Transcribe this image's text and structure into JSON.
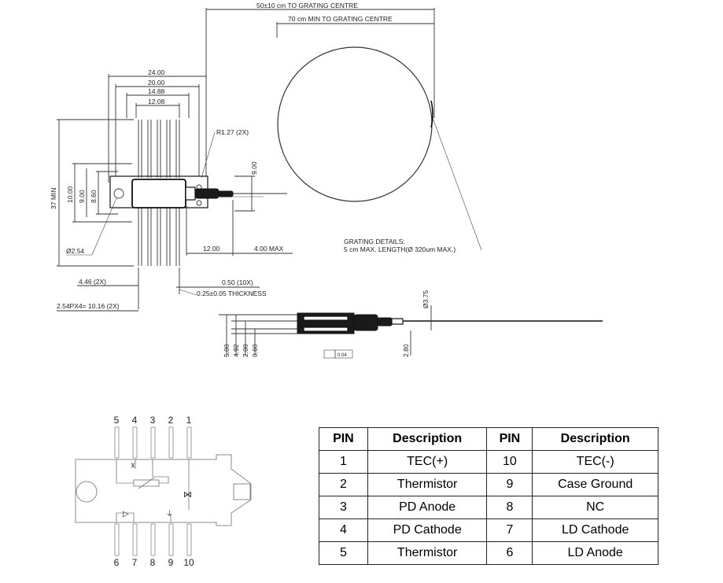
{
  "drawing": {
    "fiber_length": "50±10 cm TO GRATING CENTRE",
    "fiber_min": "70 cm MIN TO GRATING CENTRE",
    "w24": "24.00",
    "w20": "20.00",
    "w1488": "14.88",
    "w1208": "12.08",
    "radius": "R1.27 (2X)",
    "h37": "37 MIN",
    "h10": "10.00",
    "h9": "9.00",
    "h860": "8.60",
    "h9_right": "9.00",
    "hole": "Ø2.54",
    "len12": "12.00",
    "len4": "4.00 MAX",
    "grating_title": "GRATING DETAILS:",
    "grating_len": "5 cm MAX. LENGTH(Ø 320um MAX.)",
    "pitch446": "4.46 (2X)",
    "pin_w": "0.50 (10X)",
    "thickness": "0.25±0.05 THICKNESS",
    "pitch254": "2.54PX4= 10.16 (2X)",
    "side_d375": "Ø3.75",
    "side_500": "5.00",
    "side_492": "4.92",
    "side_200": "2.00",
    "side_060": "0.60",
    "side_280": "2.80",
    "flatness": "0.04"
  },
  "pin_numbers": {
    "top": [
      "5",
      "4",
      "3",
      "2",
      "1"
    ],
    "bottom": [
      "6",
      "7",
      "8",
      "9",
      "10"
    ]
  },
  "table": {
    "headers": [
      "PIN",
      "Description",
      "PIN",
      "Description"
    ],
    "rows": [
      [
        "1",
        "TEC(+)",
        "10",
        "TEC(-)"
      ],
      [
        "2",
        "Thermistor",
        "9",
        "Case Ground"
      ],
      [
        "3",
        "PD Anode",
        "8",
        "NC"
      ],
      [
        "4",
        "PD Cathode",
        "7",
        "LD Cathode"
      ],
      [
        "5",
        "Thermistor",
        "6",
        "LD Anode"
      ]
    ]
  }
}
